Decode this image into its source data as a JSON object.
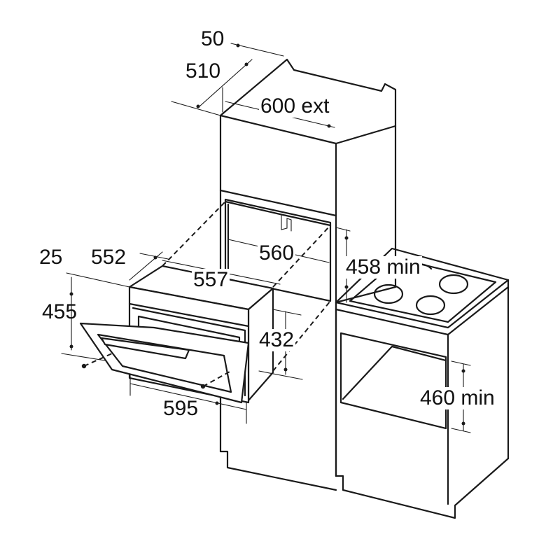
{
  "dimensions": {
    "d50": "50",
    "d510": "510",
    "d600": "600 ext",
    "d560": "560",
    "d25": "25",
    "d552": "552",
    "d557": "557",
    "d455": "455",
    "d432": "432",
    "d595": "595",
    "d458": "458 min",
    "d460": "460 min"
  },
  "colors": {
    "line": "#1a1a1a",
    "background": "#ffffff"
  }
}
